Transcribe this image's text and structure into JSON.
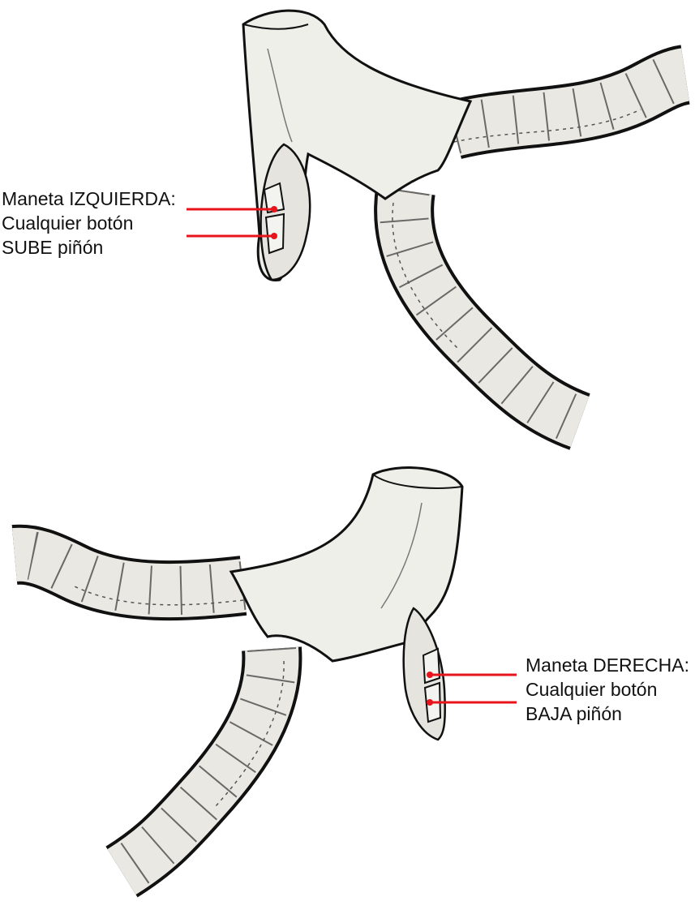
{
  "left_lever": {
    "title": "Maneta IZQUIERDA:",
    "line2": "Cualquier botón",
    "line3": "SUBE piñón"
  },
  "right_lever": {
    "title": "Maneta DERECHA:",
    "line2": "Cualquier botón",
    "line3": "BAJA piñón"
  },
  "colors": {
    "pointer": "#e8141c",
    "tape": "#e9e8e2",
    "hood": "#efefea",
    "ink": "#111111"
  }
}
